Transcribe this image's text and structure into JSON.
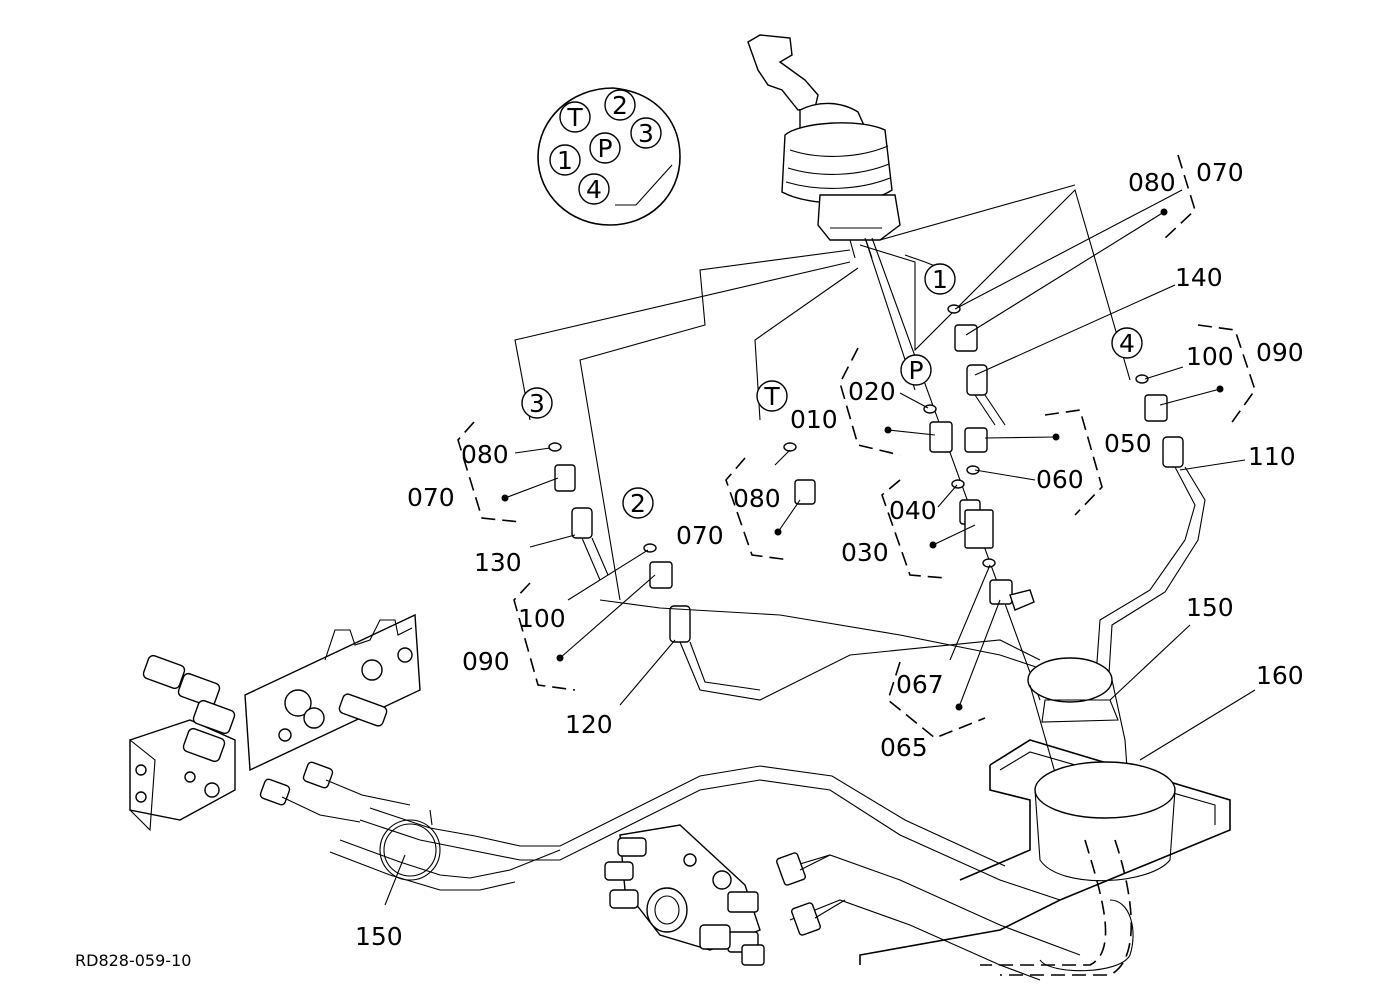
{
  "drawing_code": "RD828-059-10",
  "port_legend": {
    "ports": [
      "T",
      "2",
      "3",
      "1",
      "P",
      "4"
    ]
  },
  "hose_markers": [
    "1",
    "4",
    "P",
    "T",
    "3",
    "2"
  ],
  "callouts": {
    "c080_a": "080",
    "c070_a": "070",
    "c140": "140",
    "c100_a": "100",
    "c090_a": "090",
    "c020": "020",
    "c010": "010",
    "c050": "050",
    "c060": "060",
    "c040": "040",
    "c030": "030",
    "c110": "110",
    "c080_b": "080",
    "c070_b": "070",
    "c080_c": "080",
    "c070_c": "070",
    "c130": "130",
    "c100_b": "100",
    "c090_b": "090",
    "c120": "120",
    "c067": "067",
    "c065": "065",
    "c150_a": "150",
    "c160": "160",
    "c150_b": "150"
  }
}
